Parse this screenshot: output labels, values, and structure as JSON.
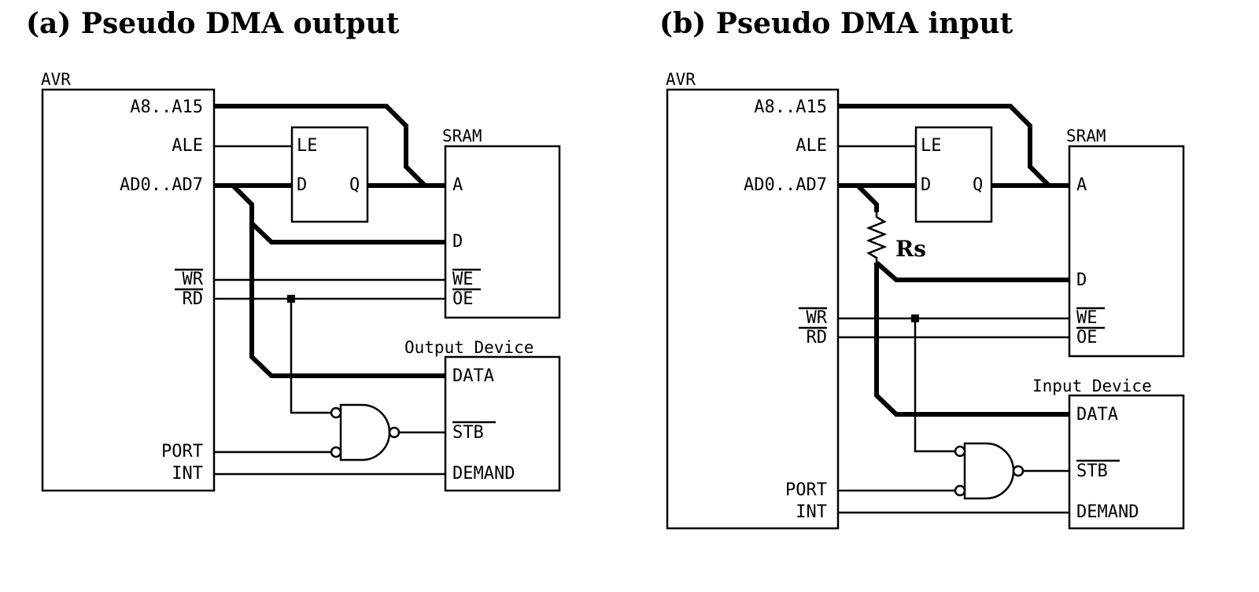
{
  "panel_a": {
    "title": "(a) Pseudo DMA output",
    "avr": {
      "name": "AVR",
      "pins": {
        "a8_a15": "A8..A15",
        "ale": "ALE",
        "ad0_ad7": "AD0..AD7",
        "wr": "WR",
        "rd": "RD",
        "port": "PORT",
        "int": "INT"
      }
    },
    "latch": {
      "le": "LE",
      "d": "D",
      "q": "Q"
    },
    "sram": {
      "name": "SRAM",
      "a": "A",
      "d": "D",
      "we": "WE",
      "oe": "OE"
    },
    "device": {
      "name": "Output Device",
      "data": "DATA",
      "stb": "STB",
      "demand": "DEMAND"
    }
  },
  "panel_b": {
    "title": "(b) Pseudo DMA input",
    "avr": {
      "name": "AVR",
      "pins": {
        "a8_a15": "A8..A15",
        "ale": "ALE",
        "ad0_ad7": "AD0..AD7",
        "wr": "WR",
        "rd": "RD",
        "port": "PORT",
        "int": "INT"
      }
    },
    "latch": {
      "le": "LE",
      "d": "D",
      "q": "Q"
    },
    "resistor": "Rs",
    "sram": {
      "name": "SRAM",
      "a": "A",
      "d": "D",
      "we": "WE",
      "oe": "OE"
    },
    "device": {
      "name": "Input Device",
      "data": "DATA",
      "stb": "STB",
      "demand": "DEMAND"
    }
  }
}
